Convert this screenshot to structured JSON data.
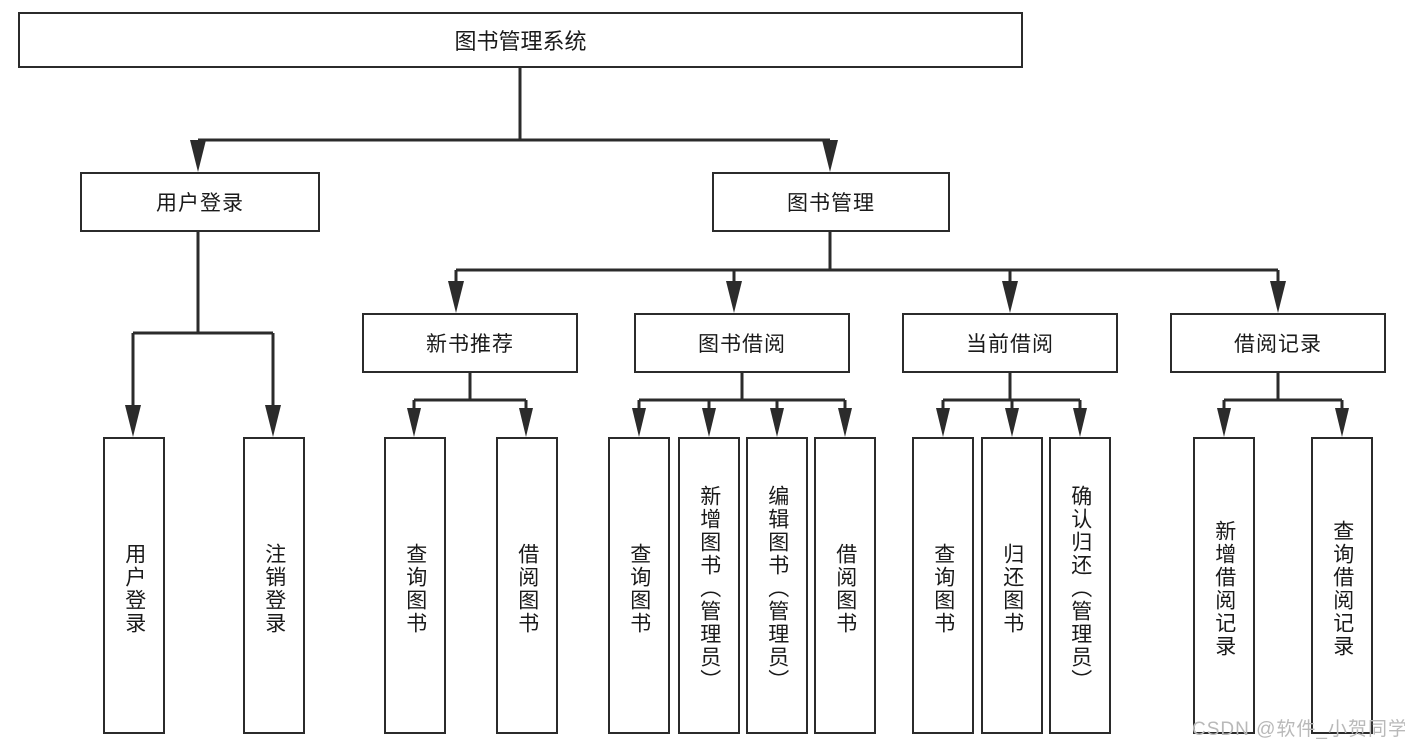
{
  "diagram": {
    "title": "图书管理系统",
    "type": "functional-structure-tree",
    "watermark": "CSDN @软件_小贺同学",
    "colors": {
      "stroke": "#2b2b2b",
      "fill": "#ffffff",
      "text": "#1a1a1a",
      "watermark": "#b9b9b9"
    },
    "levels": {
      "root": {
        "label": "图书管理系统"
      },
      "level2": [
        {
          "label": "用户登录"
        },
        {
          "label": "图书管理"
        }
      ],
      "level3": [
        {
          "label": "新书推荐"
        },
        {
          "label": "图书借阅"
        },
        {
          "label": "当前借阅"
        },
        {
          "label": "借阅记录"
        }
      ],
      "leaves": {
        "user_login": [
          {
            "label": "用户登录"
          },
          {
            "label": "注销登录"
          }
        ],
        "new_book_recommend": [
          {
            "label": "查询图书"
          },
          {
            "label": "借阅图书"
          }
        ],
        "book_borrow": [
          {
            "label": "查询图书"
          },
          {
            "label": "新增图书（管理员）"
          },
          {
            "label": "编辑图书（管理员）"
          },
          {
            "label": "借阅图书"
          }
        ],
        "current_borrow": [
          {
            "label": "查询图书"
          },
          {
            "label": "归还图书"
          },
          {
            "label": "确认归还（管理员）"
          }
        ],
        "borrow_records": [
          {
            "label": "新增借阅记录"
          },
          {
            "label": "查询借阅记录"
          }
        ]
      }
    }
  }
}
